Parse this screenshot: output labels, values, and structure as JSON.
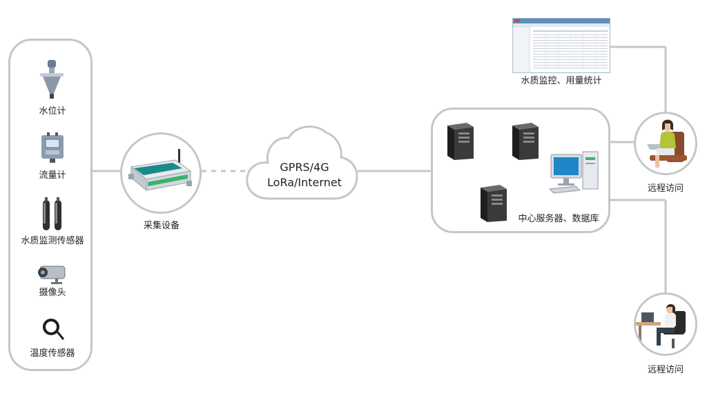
{
  "sensors": [
    {
      "label": "水位计",
      "icon": "water-level-meter-icon"
    },
    {
      "label": "流量计",
      "icon": "flow-meter-icon"
    },
    {
      "label": "水质监测传感器",
      "icon": "water-quality-sensor-icon"
    },
    {
      "label": "摄像头",
      "icon": "camera-icon"
    },
    {
      "label": "温度传感器",
      "icon": "temperature-sensor-icon"
    }
  ],
  "collector": {
    "label": "采集设备",
    "icon": "data-collector-icon"
  },
  "network": {
    "line1": "GPRS/4G",
    "line2": "LoRa/Internet",
    "icon": "cloud-icon"
  },
  "server": {
    "label": "中心服务器、数据库",
    "icon": "server-tower-icon"
  },
  "monitor_app": {
    "label": "水质监控、用量统计",
    "icon": "software-screenshot-icon"
  },
  "remote_access": [
    {
      "label": "远程访问",
      "icon": "user-laptop-icon"
    },
    {
      "label": "远程访问",
      "icon": "user-desk-icon"
    }
  ],
  "colors": {
    "line": "#c6c6c6",
    "border": "#c6c6c6",
    "text": "#222222"
  }
}
